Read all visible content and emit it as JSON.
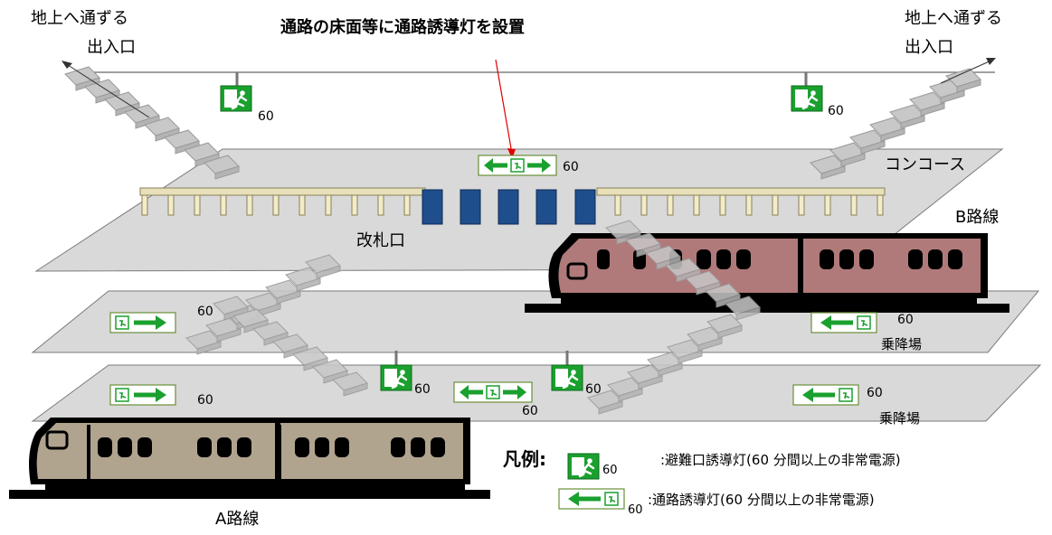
{
  "headline": "通路の床面等に通路誘導灯を設置",
  "exits": {
    "left_line1": "地上へ通ずる",
    "left_line2": "出入口",
    "right_line1": "地上へ通ずる",
    "right_line2": "出入口"
  },
  "levels": {
    "concourse": "コンコース",
    "ticket_gate": "改札口",
    "platform_upper": "乗降場",
    "platform_lower": "乗降場"
  },
  "lines": {
    "line_a": "A路線",
    "line_b": "B路線"
  },
  "duration": "60",
  "legend": {
    "title": "凡例:",
    "evac_duration": "60",
    "evac_desc": ":避難口誘導灯(60 分間以上の非常電源)",
    "passage_duration": "60",
    "passage_desc": ":通路誘導灯(60 分間以上の非常電源)"
  },
  "colors": {
    "sign_green": "#1aa02e",
    "gate_blue": "#1f4e8c",
    "train_a": "#b0a48f",
    "train_b": "#b07a7a",
    "floor": "#d9d9d9",
    "arrow_red": "#e00000"
  }
}
